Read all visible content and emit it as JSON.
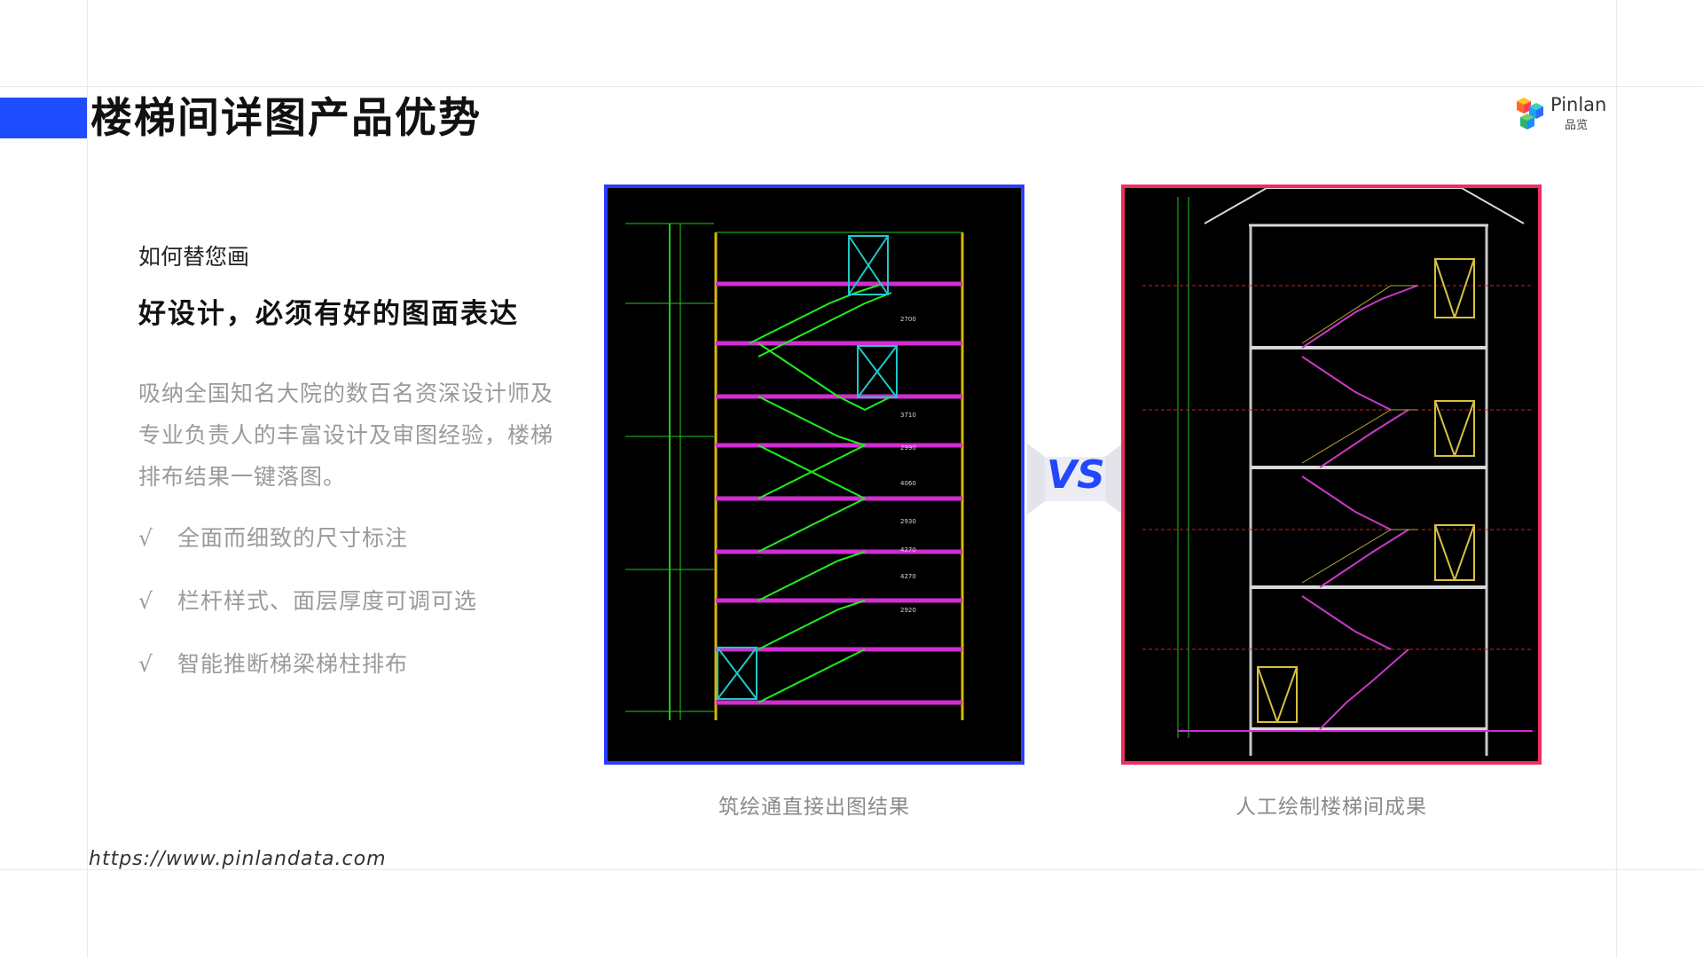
{
  "header": {
    "title": "楼梯间详图产品优势",
    "accent_color": "#1e4cff"
  },
  "logo": {
    "name": "Pinlan",
    "sub": "品览"
  },
  "content": {
    "subtitle": "如何替您画",
    "heading": "好设计，必须有好的图面表达",
    "description": "吸纳全国知名大院的数百名资深设计师及专业负责人的丰富设计及审图经验，楼梯排布结果一键落图。",
    "features": [
      {
        "check": "√",
        "text": "全面而细致的尺寸标注"
      },
      {
        "check": "√",
        "text": "栏杆样式、面层厚度可调可选"
      },
      {
        "check": "√",
        "text": "智能推断梯梁梯柱排布"
      }
    ]
  },
  "comparison": {
    "vs_label": "VS",
    "left_caption": "筑绘通直接出图结果",
    "right_caption": "人工绘制楼梯间成果",
    "left_border_color": "#2b3cff",
    "right_border_color": "#ee2e62"
  },
  "footer": {
    "url": "https://www.pinlandata.com"
  }
}
